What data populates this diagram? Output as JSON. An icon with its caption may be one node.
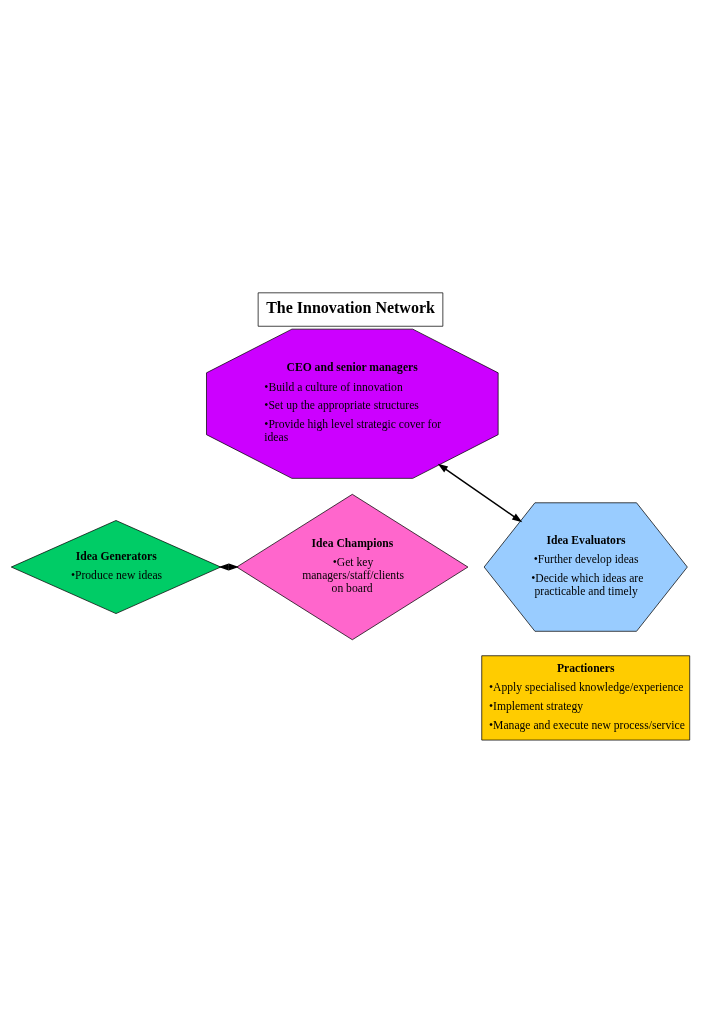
{
  "diagram": {
    "title": "The Innovation Network",
    "nodes": [
      {
        "text": [
          "CEO and senior managers",
          "•Build a culture of innovation",
          "•Set up the appropriate structures",
          "•Provide high level strategic cover for ideas"
        ]
      },
      {
        "text": [
          "Idea Generators",
          "•Produce new ideas"
        ]
      },
      {
        "text": [
          "Idea Champions",
          "•Get key managers/staff/clients on board"
        ]
      },
      {
        "text": [
          "Idea Evaluators",
          "•Further develop ideas",
          "•Decide which ideas are practicable and timely"
        ]
      },
      {
        "text": [
          "Practioners",
          "•Apply specialised knowledge/experience",
          "•Implement strategy",
          "•Manage and execute new process/service"
        ]
      }
    ],
    "edges": [
      {
        "from": 0,
        "to": 3,
        "arrow": "both"
      },
      {
        "from": 1,
        "to": 2,
        "arrow": "both"
      }
    ]
  }
}
